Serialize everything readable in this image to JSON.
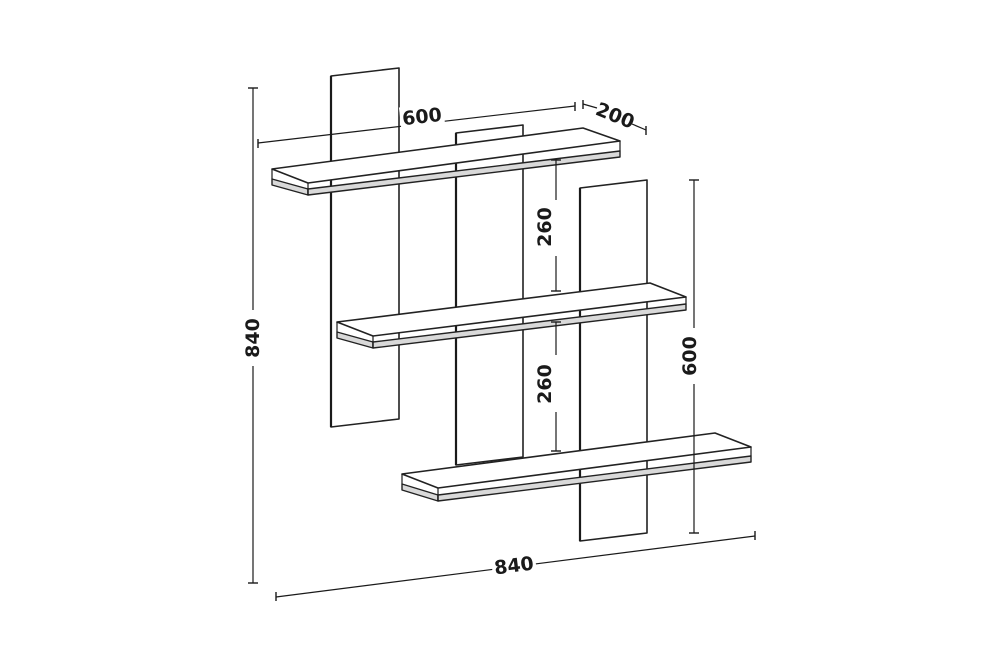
{
  "dimensions": {
    "total_height": "840",
    "total_width": "840",
    "shelf_length": "600",
    "shelf_depth": "200",
    "upper_spacing": "260",
    "lower_spacing": "260",
    "right_panel_height": "600"
  },
  "colors": {
    "line": "#222222",
    "shelf_front": "#d9d9d9",
    "background": "#ffffff"
  }
}
